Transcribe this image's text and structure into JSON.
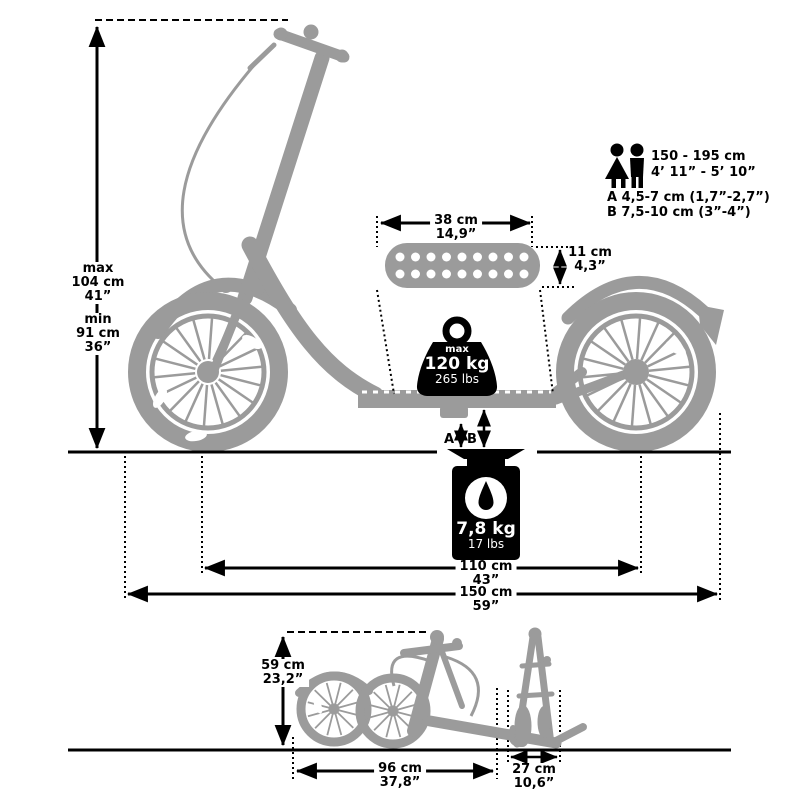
{
  "colors": {
    "silhouette": "#9b9b9b",
    "ink": "#000000",
    "background": "#ffffff",
    "inverse_text": "#ffffff"
  },
  "labels": {
    "handlebar_max": {
      "qualifier": "max",
      "metric": "104 cm",
      "imperial": "41”"
    },
    "handlebar_min": {
      "qualifier": "min",
      "metric": "91 cm",
      "imperial": "36”"
    },
    "deck_length": {
      "metric": "38 cm",
      "imperial": "14,9”"
    },
    "deck_width": {
      "metric": "11 cm",
      "imperial": "4,3”"
    },
    "rider_height": {
      "metric": "150 - 195 cm",
      "imperial": "4’ 11” - 5’ 10”"
    },
    "clearance_a": "A 4,5-7 cm (1,7”-2,7”)",
    "clearance_b": "B 7,5-10 cm (3”-4”)",
    "clearance_marker_a": "A",
    "clearance_marker_b": "B",
    "max_load": {
      "qualifier": "max",
      "metric": "120 kg",
      "imperial": "265 lbs"
    },
    "scooter_weight": {
      "metric": "7,8 kg",
      "imperial": "17 lbs"
    },
    "wheelbase": {
      "metric": "110 cm",
      "imperial": "43”"
    },
    "total_length": {
      "metric": "150 cm",
      "imperial": "59”"
    },
    "folded_height": {
      "metric": "59 cm",
      "imperial": "23,2”"
    },
    "folded_length": {
      "metric": "96 cm",
      "imperial": "37,8”"
    },
    "folded_width": {
      "metric": "27 cm",
      "imperial": "10,6”"
    }
  },
  "icons": {
    "woman": "woman-pictogram",
    "man": "man-pictogram",
    "max_load": "weight-icon",
    "scooter_weight": "kitchen-scale-icon"
  }
}
